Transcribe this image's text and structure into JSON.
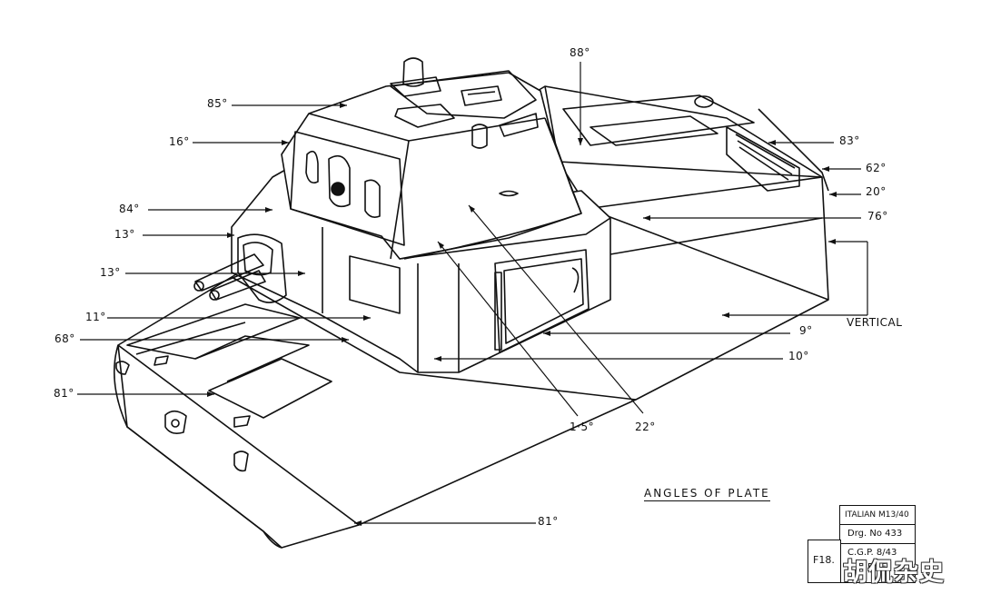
{
  "labels": {
    "a85": "85°",
    "a16": "16°",
    "a84": "84°",
    "a13a": "13°",
    "a13b": "13°",
    "a11": "11°",
    "a68": "68°",
    "a81a": "81°",
    "a88": "88°",
    "a83": "83°",
    "a62": "62°",
    "a20": "20°",
    "a76": "76°",
    "vertical": "VERTICAL",
    "a9": "9°",
    "a10": "10°",
    "a15": "1·5°",
    "a22": "22°",
    "a81b": "81°"
  },
  "title": "ANGLES OF PLATE",
  "title_block": {
    "row1": "ITALIAN M13/40",
    "row2": "Drg. No 433",
    "row3": "C.G.P. 8/43",
    "row4": "F.T.F.",
    "fig": "F18."
  },
  "watermark": "胡侃杂史"
}
